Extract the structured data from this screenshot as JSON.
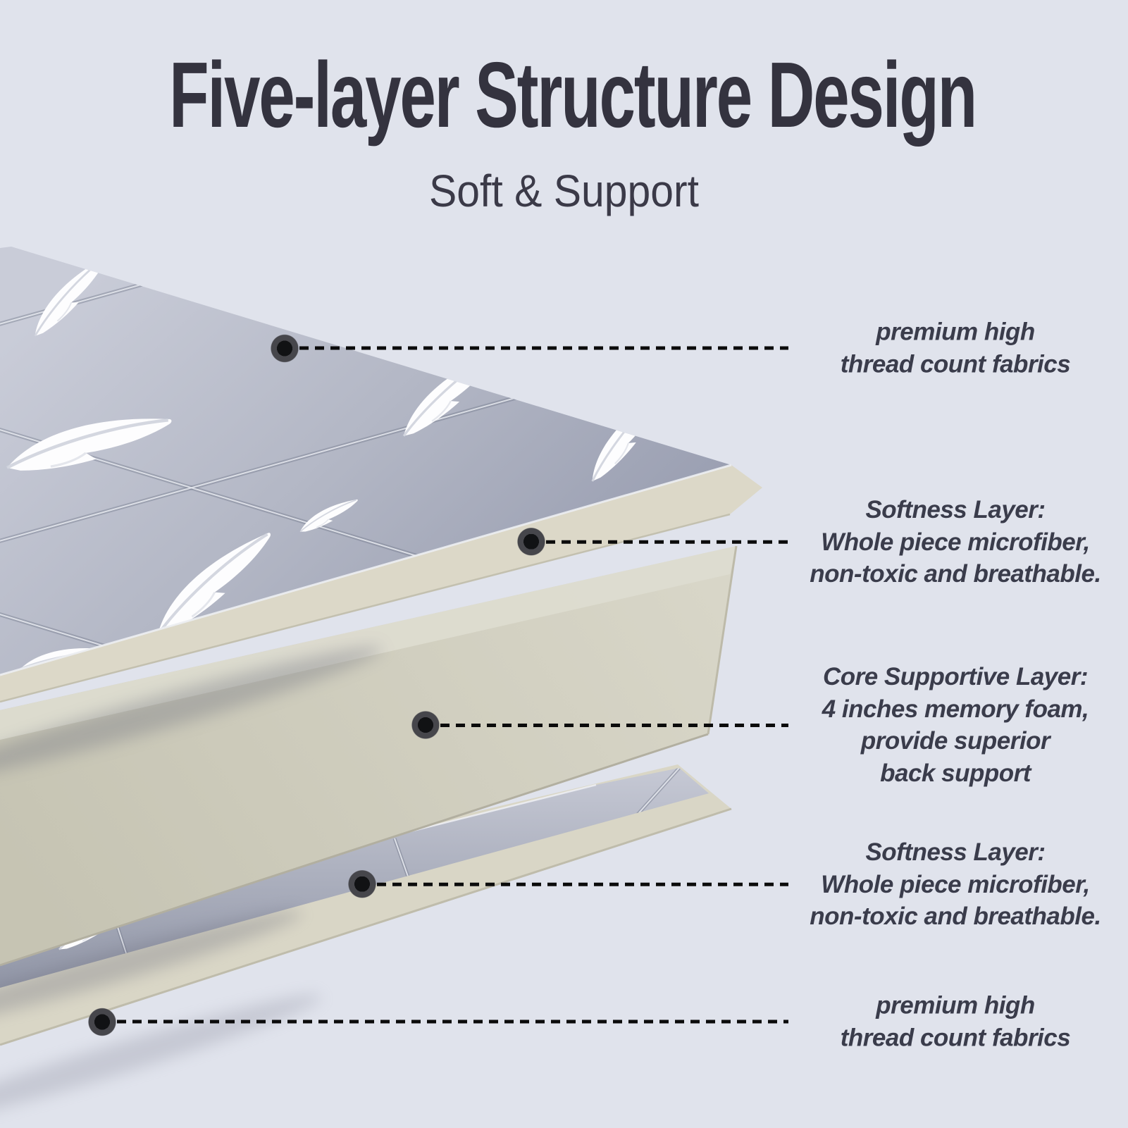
{
  "page": {
    "type": "product-infographic",
    "background_color": "#e0e3ec"
  },
  "header": {
    "title": "Five-layer Structure Design",
    "subtitle": "Soft & Support",
    "title_color": "#34333f"
  },
  "callouts": [
    {
      "name": "premium-fabric-top",
      "text": "premium high\nthread count fabrics"
    },
    {
      "name": "softness-layer-top",
      "text": "Softness Layer:\nWhole piece microfiber,\nnon-toxic and breathable."
    },
    {
      "name": "core-supportive-layer",
      "text": "Core Supportive Layer:\n4 inches memory foam,\nprovide superior\nback support"
    },
    {
      "name": "softness-layer-bottom",
      "text": "Softness Layer:\nWhole piece microfiber,\nnon-toxic and breathable."
    },
    {
      "name": "premium-fabric-bottom",
      "text": "premium high\nthread count fabrics"
    }
  ],
  "illustration": {
    "description": "Exploded view of a five-layer mattress topper with feather-print quilted covers, microfiber softness layers and a memory foam core",
    "layers": [
      "quilted feather-print top cover",
      "microfiber softness layer",
      "memory foam core",
      "microfiber softness layer",
      "quilted feather-print bottom cover"
    ],
    "colors": {
      "fabric_gray": "#a9adbc",
      "foam_beige": "#cfcdbd",
      "edge_cream": "#dcd8c8",
      "feather_white": "#fdfdfe",
      "callout_black": "#0b0b0b"
    }
  }
}
